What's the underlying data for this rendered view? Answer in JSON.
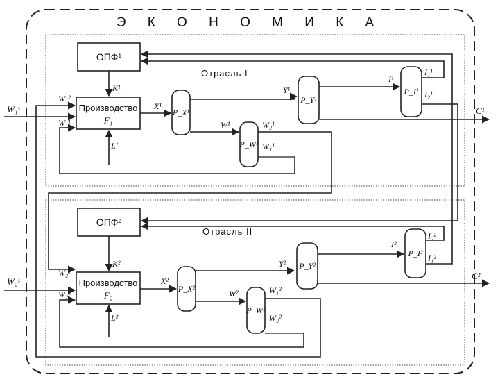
{
  "economy": {
    "title": "Э К О Н О М И К А"
  },
  "sector1": {
    "title": "Отрасль I",
    "opf": "ОПФ¹",
    "production": {
      "name": "Производство",
      "f": "F₁"
    },
    "capital": "K¹",
    "labor": "L¹",
    "output": "X¹",
    "wage": "W¹",
    "investment": "Y¹",
    "inv_out": "I¹",
    "consumption": "C¹",
    "inflow_w": "W₁ˢ",
    "in_w2": "W₁²",
    "in_w1": "W₁¹",
    "px": "P_X¹",
    "pw": "P_W¹",
    "py": "P_Y¹",
    "pi": "P_I¹",
    "pw_out_top": "W₂¹",
    "pw_out_bot": "W₁¹",
    "pi_out_top": "I₁¹",
    "pi_out_bot": "I₂¹"
  },
  "sector2": {
    "title": "Отрасль II",
    "opf": "ОПФ²",
    "production": {
      "name": "Производство",
      "f": "F₂"
    },
    "capital": "K²",
    "labor": "L²",
    "output": "X²",
    "wage": "W²",
    "investment": "Y²",
    "inv_out": "I²",
    "consumption": "C²",
    "inflow_w": "W₂ˢ",
    "in_w1": "W₂¹",
    "in_w2": "W₂²",
    "px": "P_X²",
    "pw": "P_W²",
    "py": "P_Y²",
    "pi": "P_I²",
    "pw_out_top": "W₁²",
    "pw_out_bot": "W₂²",
    "pi_out_top": "I₂²",
    "pi_out_bot": "I₁²"
  }
}
